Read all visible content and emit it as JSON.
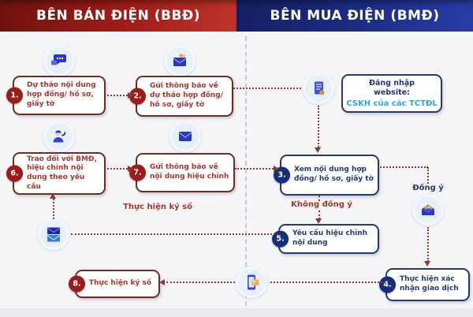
{
  "header": {
    "left_title": "BÊN BÁN ĐIỆN (BBĐ)",
    "right_title": "BÊN MUA ĐIỆN (BMĐ)"
  },
  "steps": [
    {
      "number": "1.",
      "text": "Dự thảo nội dung hợp đồng/ hồ sơ, giấy tờ",
      "side": "seller"
    },
    {
      "number": "2.",
      "text": "Gửi thông báo về dự thảo hợp đồng/ hồ sơ, giấy tờ",
      "side": "seller"
    },
    {
      "number": "3.",
      "text": "Xem nội dung hợp đồng/ hồ sơ, giấy tờ",
      "side": "buyer"
    },
    {
      "number": "4.",
      "text": "Thực hiện xác nhận giao dịch",
      "side": "buyer"
    },
    {
      "number": "5.",
      "text": "Yêu cầu hiệu chỉnh nội dung",
      "side": "buyer"
    },
    {
      "number": "6.",
      "text": "Trao đổi với BMĐ, hiệu chỉnh nội dung theo yêu cầu",
      "side": "seller"
    },
    {
      "number": "7.",
      "text": "Gửi thông báo về nội dung hiệu chỉnh",
      "side": "seller"
    },
    {
      "number": "8.",
      "text": "Thực hiện ký số",
      "side": "seller"
    }
  ],
  "login_box": {
    "title": "Đăng nhập website:",
    "link": "CSKH của các TCTĐL"
  },
  "labels": {
    "sign_digital": "Thực hiện ký số",
    "disagree": "Không đồng ý",
    "agree": "Đồng ý"
  },
  "icons": {
    "step1": "chat-bubbles-icon",
    "step2": "envelope-coin-icon",
    "login": "document-coin-icon",
    "step6": "support-agent-icon",
    "step7": "envelope-icon",
    "agree": "envelope-money-icon",
    "revise": "envelope-stack-icon",
    "confirm": "smartphone-tag-icon"
  },
  "colors": {
    "header_red": "#a01d18",
    "header_blue": "#1c2d85",
    "seller_red": "#9c1b1b",
    "buyer_navy": "#142e7c",
    "arrow_brown": "#8a3b34",
    "link_blue": "#2aa7e0"
  }
}
